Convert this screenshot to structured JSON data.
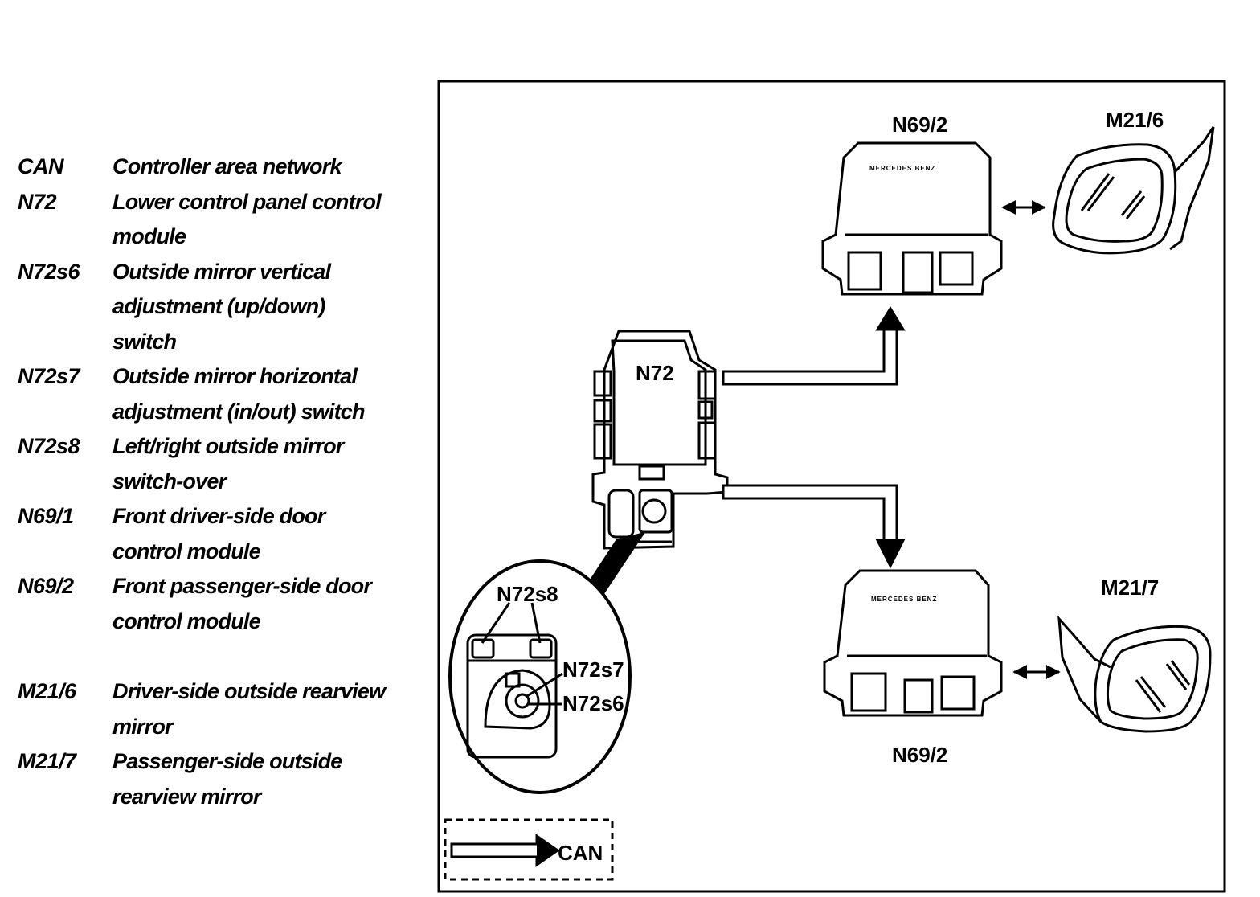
{
  "legend": [
    {
      "code": "CAN",
      "desc": "Controller area network"
    },
    {
      "code": "N72",
      "desc": "Lower control panel control module"
    },
    {
      "code": "N72s6",
      "desc": "Outside mirror vertical adjustment (up/down) switch"
    },
    {
      "code": "N72s7",
      "desc": "Outside mirror horizontal adjustment (in/out) switch"
    },
    {
      "code": "N72s8",
      "desc": "Left/right outside mirror switch-over"
    },
    {
      "code": "N69/1",
      "desc": "Front driver-side door control module"
    },
    {
      "code": "N69/2",
      "desc": "Front passenger-side door control module"
    },
    {
      "code": "M21/6",
      "desc": "Driver-side outside rearview mirror"
    },
    {
      "code": "M21/7",
      "desc": "Passenger-side outside rearview mirror"
    }
  ],
  "diagram": {
    "n72_label": "N72",
    "top_module_label": "N69/2",
    "bottom_module_label": "N69/2",
    "module_brand_top": "MERCEDES BENZ",
    "module_brand_bottom": "MERCEDES BENZ",
    "mirror_top_label": "M21/6",
    "mirror_bottom_label": "M21/7",
    "detail_s8_label": "N72s8",
    "detail_s7_label": "N72s7",
    "detail_s6_label": "N72s6",
    "can_key_label": "CAN"
  }
}
